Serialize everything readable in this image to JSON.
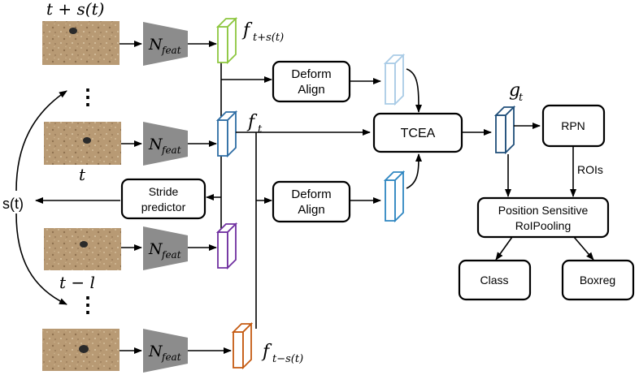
{
  "frames": {
    "top_label": "t + s(t)",
    "current_label": "t",
    "prev_label": "t − l",
    "dots": "⋮",
    "sampling_label": "s(t)"
  },
  "encoder": {
    "label": "N",
    "subscript": "feat"
  },
  "features": {
    "f_next_base": "f",
    "f_next_sub": "t+s(t)",
    "f_curr_base": "f",
    "f_curr_sub": "t",
    "f_prev_base": "f",
    "f_prev_sub": "t−s(t)",
    "g_base": "g",
    "g_sub": "t"
  },
  "boxes": {
    "deform_top": [
      "Deform",
      "Align"
    ],
    "deform_bottom": [
      "Deform",
      "Align"
    ],
    "tcea": "TCEA",
    "stride": [
      "Stride",
      "predictor"
    ],
    "rpn": "RPN",
    "rois": "ROIs",
    "psroi": [
      "Position Sensitive",
      "RoIPooling"
    ],
    "class": "Class",
    "boxreg": "Boxreg"
  },
  "colors": {
    "feat_next": "#8dc63f",
    "feat_curr": "#2e6da4",
    "feat_aligned_top": "#a9cbe6",
    "feat_aligned_bottom": "#2e86c1",
    "feat_purple": "#7030a0",
    "feat_prev": "#c55a11",
    "feat_g": "#1f4e79",
    "encoder": "#8c8c8c",
    "sand": "#b89a74"
  }
}
